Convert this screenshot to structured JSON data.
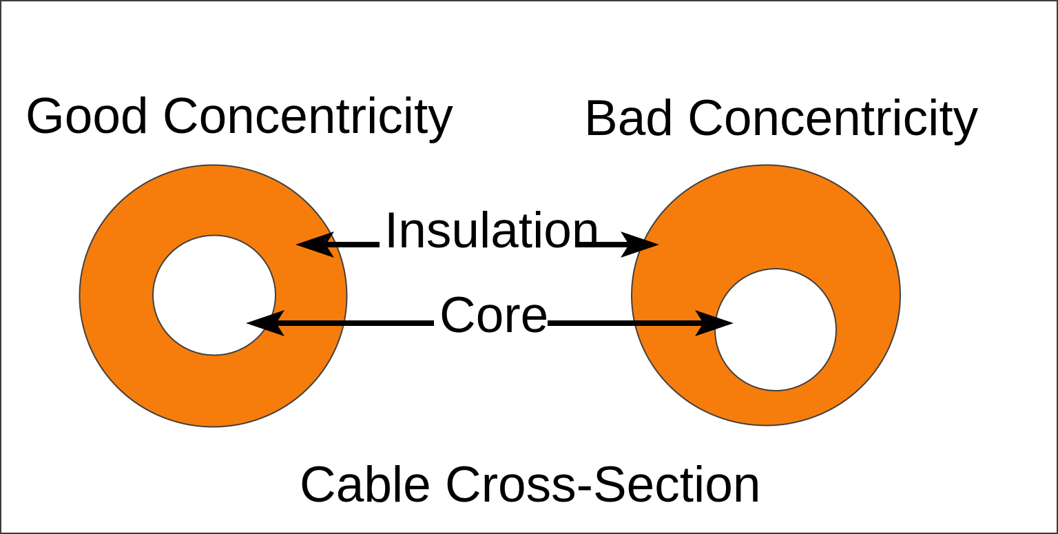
{
  "labels": {
    "good_title": "Good Concentricity",
    "bad_title": "Bad Concentricity",
    "insulation": "Insulation",
    "core": "Core",
    "caption": "Cable Cross-Section"
  },
  "colors": {
    "insulation_fill": "#f67d0c",
    "core_fill": "#ffffff",
    "shape_outline": "#404040",
    "arrow": "#000000",
    "text": "#000000",
    "background": "#ffffff",
    "frame_border": "#3c3c3c"
  }
}
